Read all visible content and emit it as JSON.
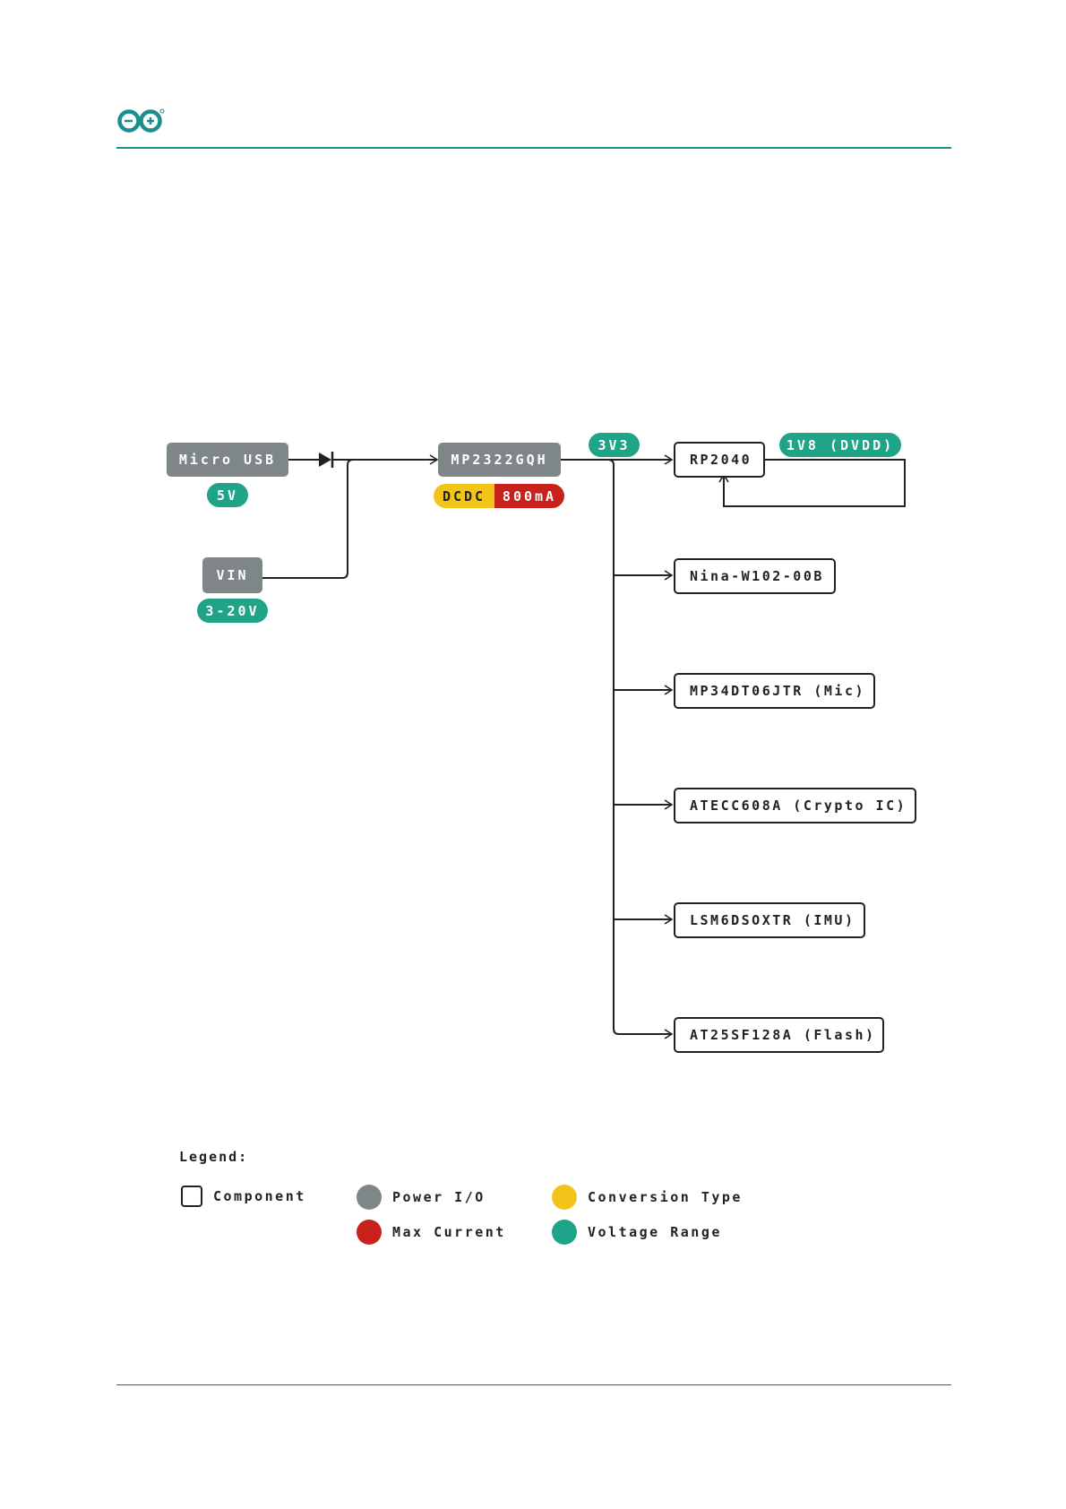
{
  "header": {
    "logo": "arduino-logo"
  },
  "sources": {
    "micro_usb": {
      "label": "Micro USB",
      "voltage": "5V"
    },
    "vin": {
      "label": "VIN",
      "voltage": "3-20V"
    }
  },
  "regulator": {
    "label": "MP2322GQH",
    "conversion": "DCDC",
    "max_current": "800mA",
    "output_voltage": "3V3"
  },
  "rp2040": {
    "label": "RP2040",
    "feedback_voltage": "1V8 (DVDD)"
  },
  "components": [
    "Nina-W102-00B",
    "MP34DT06JTR (Mic)",
    "ATECC608A (Crypto IC)",
    "LSM6DSOXTR (IMU)",
    "AT25SF128A (Flash)"
  ],
  "legend": {
    "title": "Legend:",
    "component": "Component",
    "power_io": "Power I/O",
    "conversion_type": "Conversion Type",
    "max_current": "Max Current",
    "voltage_range": "Voltage Range"
  },
  "colors": {
    "power_io": "#7f8687",
    "conversion_type": "#f2c41a",
    "max_current": "#c8201b",
    "voltage_range": "#1fa488",
    "accent": "#1a8f8f"
  }
}
